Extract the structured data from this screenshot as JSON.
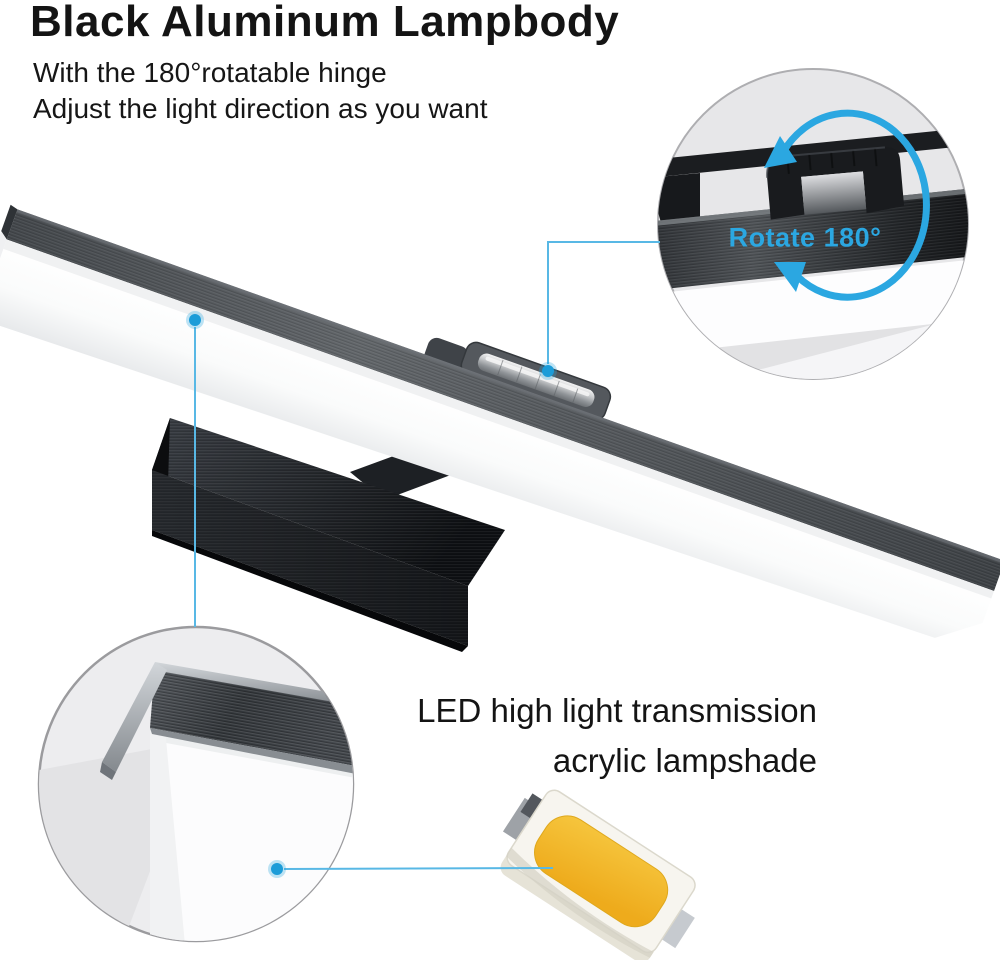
{
  "header": {
    "title": "Black Aluminum Lampbody",
    "subtitle_line1": "With the 180°rotatable hinge",
    "subtitle_line2": "Adjust the light direction as you want"
  },
  "callouts": {
    "rotate_label": "Rotate 180°",
    "led_caption_line1": "LED high light transmission",
    "led_caption_line2": "acrylic lampshade"
  },
  "icons": [
    {
      "name": "rotate-arrow-icon",
      "meaning": "circular arrow indicating 180 degree rotation"
    },
    {
      "name": "callout-dot",
      "meaning": "blue point marker connecting feature to detail view"
    }
  ],
  "colors": {
    "accent_blue": "#2ba7e1",
    "callout_line_blue": "#58b8e5",
    "text_black": "#141414",
    "detail_circle_gray": "#e7e7e9",
    "lamp_aluminum_dark": "#3c4045",
    "acrylic_white": "#fbfbfc",
    "led_phosphor_yellow": "#f2b72d"
  }
}
